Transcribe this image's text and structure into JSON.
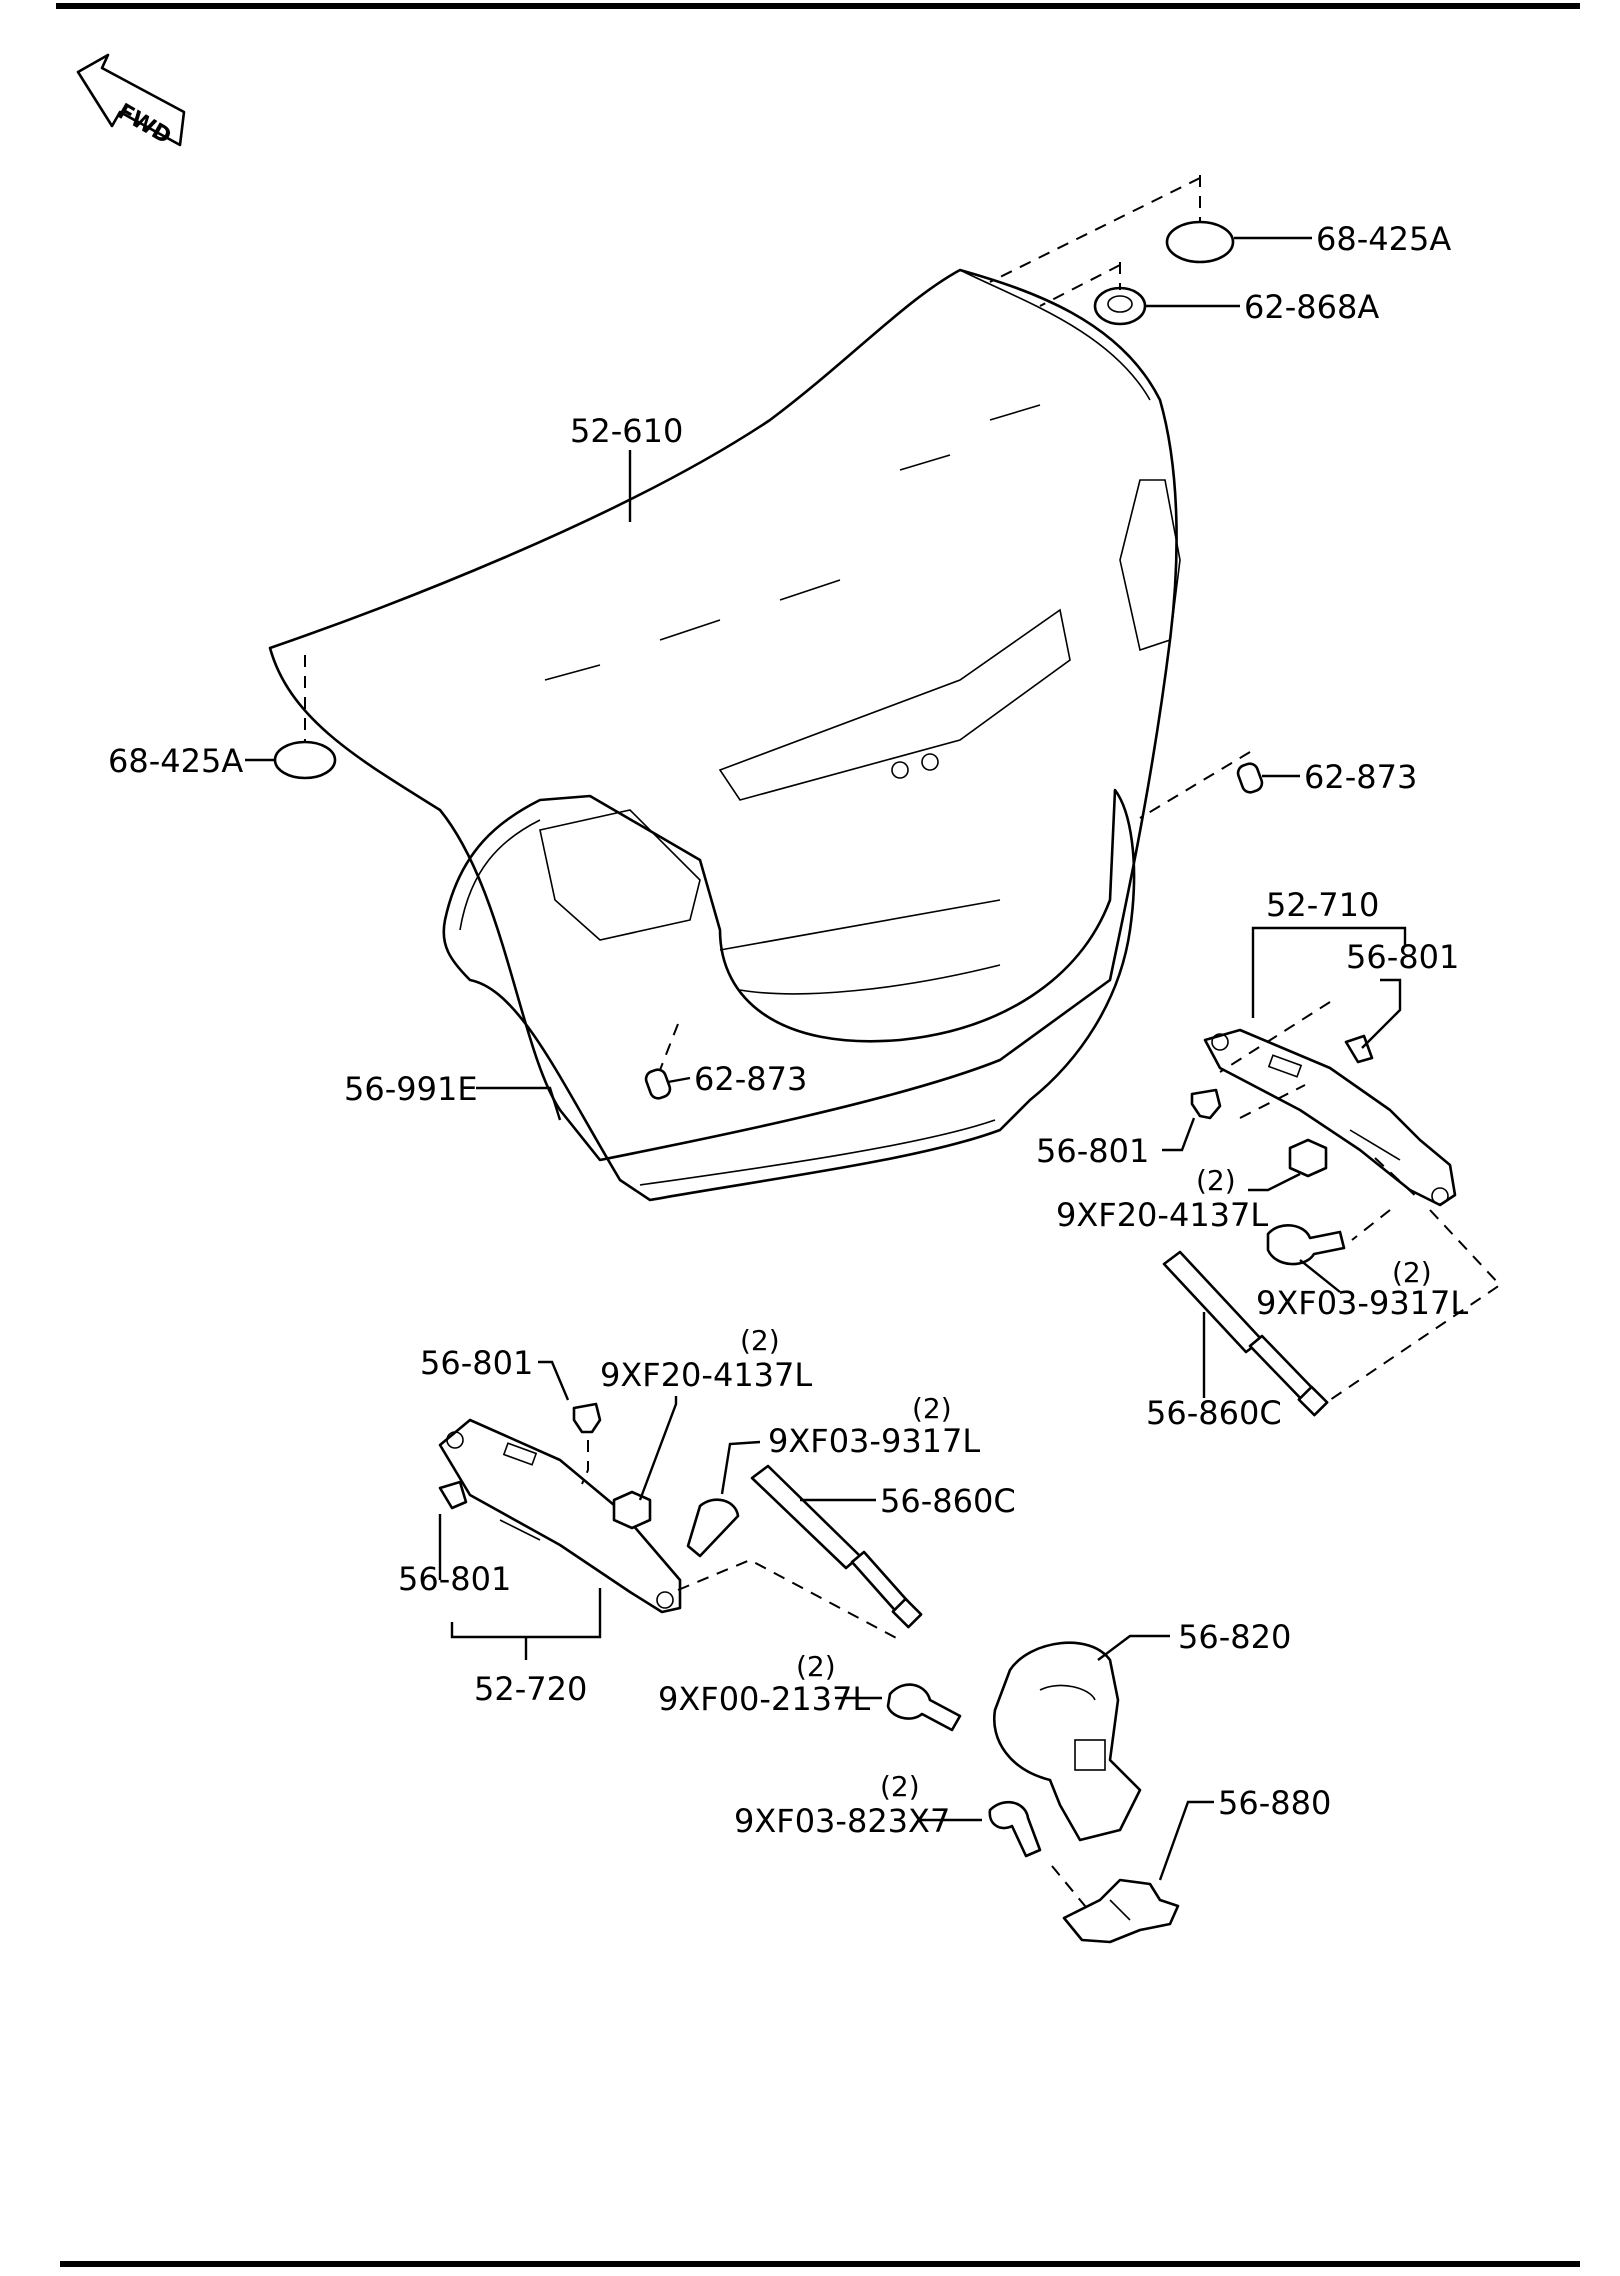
{
  "fwd_label": "FWD",
  "parts": {
    "cap_top": "68-425A",
    "grommet_top": "62-868A",
    "trunk_lid": "52-610",
    "cap_left": "68-425A",
    "bumper_right": "62-873",
    "bumper_bottom": "62-873",
    "weatherstrip": "56-991E",
    "hinge_right": "52-710",
    "clip_right_upper": "56-801",
    "clip_right_lower": "56-801",
    "nut_right": "9XF20-4137L",
    "nut_right_qty": "(2)",
    "bolt_right": "9XF03-9317L",
    "bolt_right_qty": "(2)",
    "strut_right": "56-860C",
    "clip_left_upper": "56-801",
    "nut_left": "9XF20-4137L",
    "nut_left_qty": "(2)",
    "bolt_left": "9XF03-9317L",
    "bolt_left_qty": "(2)",
    "strut_left": "56-860C",
    "clip_left_lower": "56-801",
    "hinge_left": "52-720",
    "latch": "56-820",
    "bolt_latch": "9XF00-2137L",
    "bolt_latch_qty": "(2)",
    "bolt_striker": "9XF03-823X7",
    "bolt_striker_qty": "(2)",
    "striker": "56-880"
  }
}
